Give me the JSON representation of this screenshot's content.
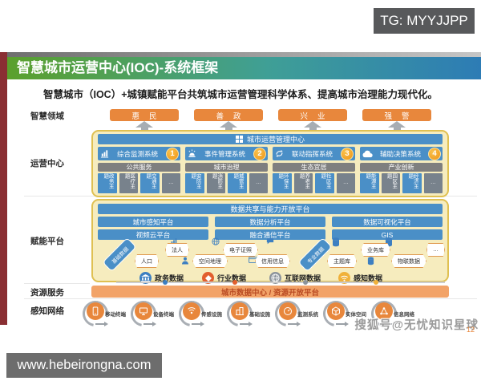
{
  "tg_badge": "TG: MYYJJPP",
  "title": "智慧城市运营中心(IOC)-系统框架",
  "subtitle": "智慧城市（IOC）+城镇赋能平台共筑城市运营管理科学体系、提高城市治理能力现代化。",
  "row_labels": [
    "智慧领域",
    "运营中心",
    "赋能平台",
    "资源服务",
    "感知网络"
  ],
  "domains": [
    "惠民",
    "善政",
    "兴业",
    "强警"
  ],
  "operations": {
    "header": "城市运营管理中心",
    "systems": [
      {
        "name": "综合监测系统",
        "num": "1",
        "icon": "bar-chart-icon"
      },
      {
        "name": "事件管理系统",
        "num": "2",
        "icon": "alarm-icon"
      },
      {
        "name": "联动指挥系统",
        "num": "3",
        "icon": "sync-arrows-icon"
      },
      {
        "name": "辅助决策系统",
        "num": "4",
        "icon": "cloud-icon"
      }
    ],
    "categories": [
      {
        "name": "公共服务",
        "themes": [
          "政务主题",
          "医疗主题",
          "交通主题",
          "…"
        ]
      },
      {
        "name": "城市治理",
        "themes": [
          "安防主题",
          "消防主题",
          "城管主题",
          "…"
        ]
      },
      {
        "name": "生态宜居",
        "themes": [
          "环保主题",
          "养老主题",
          "社区主题",
          "…"
        ]
      },
      {
        "name": "产业创新",
        "themes": [
          "能源主题",
          "园区主题",
          "经济主题",
          "…"
        ]
      }
    ]
  },
  "platform": {
    "share_bar": "数据共享与能力开放平台",
    "bars_row1": [
      "城市感知平台",
      "数据分析平台",
      "数据可视化平台"
    ],
    "bars_row2": [
      "视频云平台",
      "融合通信平台",
      "GIS"
    ],
    "base_label": "基础数据",
    "base_items": [
      "人口",
      "法人",
      "空间地理",
      "电子证照",
      "信用信息"
    ],
    "pro_label": "专业数据",
    "pro_items": [
      "主题库",
      "业务库",
      "物联数据",
      "…"
    ],
    "sources": [
      {
        "name": "政务数据",
        "color": "#3d7fc1",
        "icon": "bank-icon"
      },
      {
        "name": "行业数据",
        "color": "#e25f2e",
        "icon": "handshake-icon"
      },
      {
        "name": "互联网数据",
        "color": "#8b939b",
        "icon": "globe-icon"
      },
      {
        "name": "感知数据",
        "color": "#f0b13a",
        "icon": "signal-icon"
      }
    ]
  },
  "resource_bar": "城市数据中心 / 资源开放平台",
  "sensing": [
    "移动终端",
    "设备终端",
    "传感设施",
    "基础设施",
    "监测系统",
    "实体空间",
    "信息网络"
  ],
  "watermark": "搜狐号@无忧知识星球",
  "page_number": "12",
  "footer_site": "www.hebeirongna.com",
  "colors": {
    "accent_orange": "#e8873c",
    "box_blue": "#4a8fc7",
    "panel_yellow": "#f6ecbe",
    "panel_border": "#dfc052",
    "gray_bar": "#7f7f7f",
    "resource_orange": "#f2a368",
    "title_gradient_start": "#5ba02c",
    "title_gradient_end": "#2d7cb5"
  }
}
